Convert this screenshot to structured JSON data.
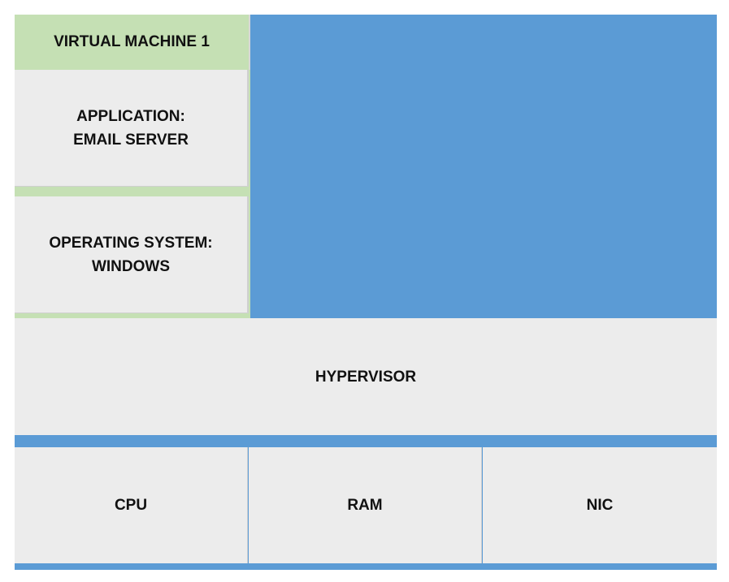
{
  "colors": {
    "hypervisor_blue": "#5b9bd5",
    "vm_green": "#c5e0b4",
    "box_gray": "#ececec"
  },
  "virtual_machine": {
    "title": "VIRTUAL MACHINE 1",
    "application": {
      "line1": "APPLICATION:",
      "line2": "EMAIL SERVER"
    },
    "operating_system": {
      "line1": "OPERATING SYSTEM:",
      "line2": "WINDOWS"
    }
  },
  "hypervisor": {
    "label": "HYPERVISOR"
  },
  "hardware": {
    "cpu": "CPU",
    "ram": "RAM",
    "nic": "NIC"
  }
}
